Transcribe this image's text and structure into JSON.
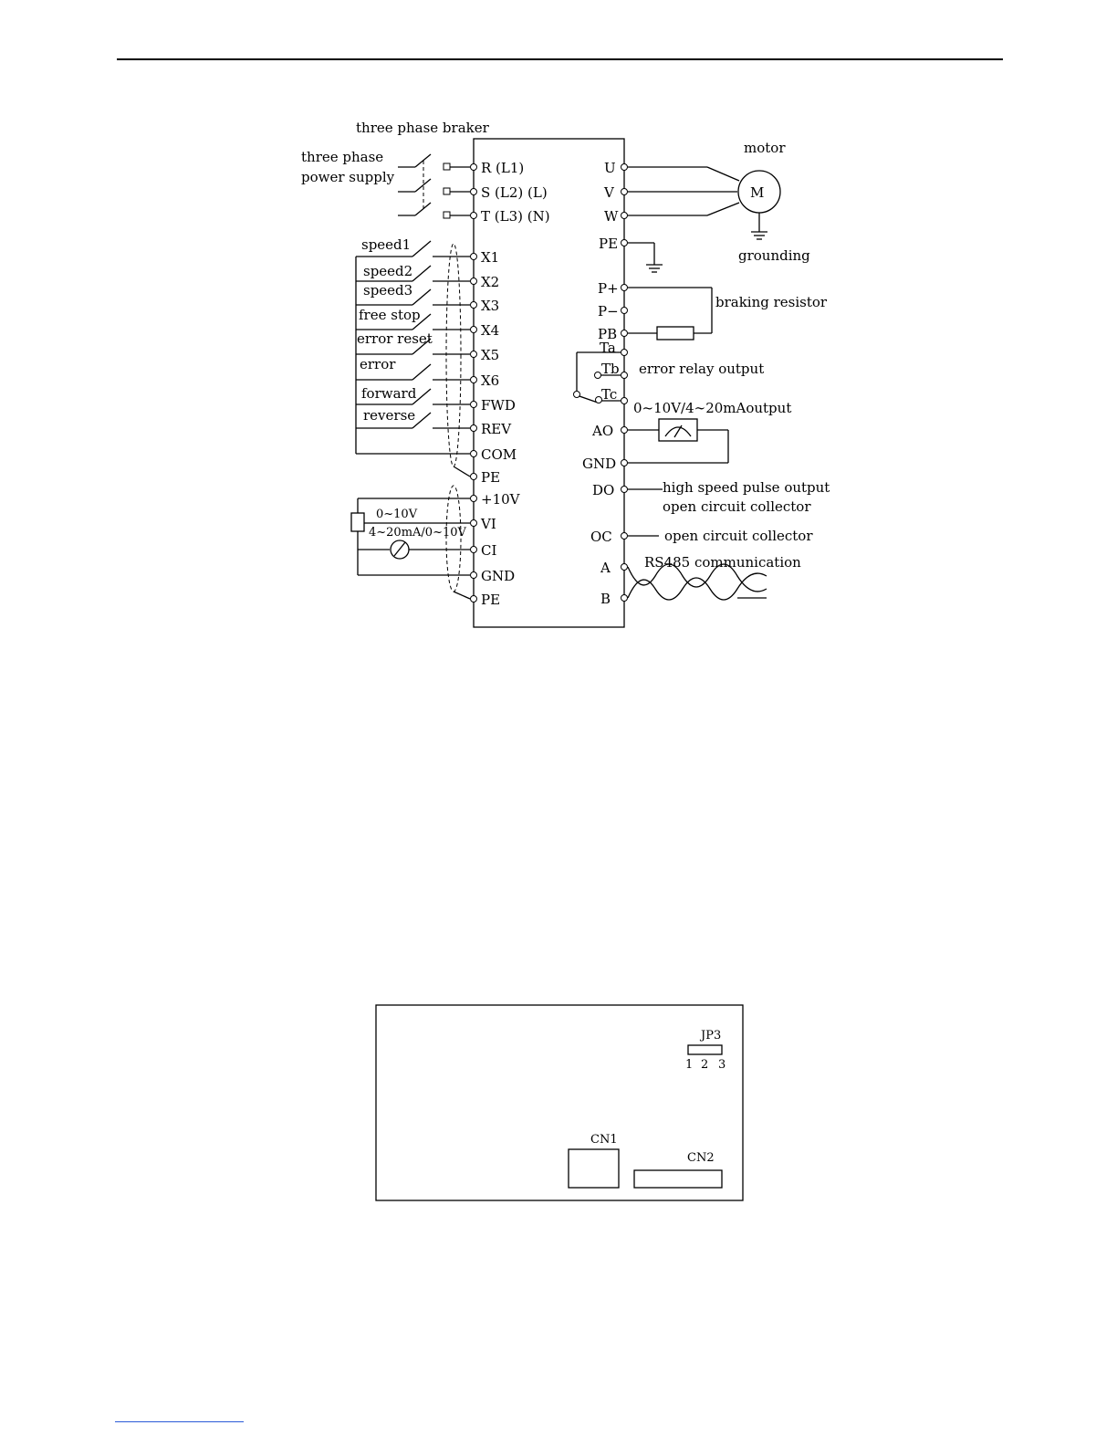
{
  "wiring_diagram": {
    "labels": {
      "breaker": "three phase braker",
      "power_supply_line1": "three phase",
      "power_supply_line2": "power supply",
      "motor": "motor",
      "motor_symbol": "M",
      "grounding": "grounding",
      "braking_resistor": "braking resistor",
      "error_relay": "error relay output",
      "analog_output": "0~10V/4∼20mAoutput",
      "do_line1": "high speed pulse output",
      "do_line2": "open circuit collector",
      "oc": "open circuit collector",
      "rs485": "RS485 communication",
      "vi_range": "0~10V",
      "ci_range": "4~20mA/0~10V"
    },
    "left_terminals": [
      "R (L1)",
      "S (L2) (L)",
      "T (L3) (N)",
      "X1",
      "X2",
      "X3",
      "X4",
      "X5",
      "X6",
      "FWD",
      "REV",
      "COM",
      "PE",
      "+10V",
      "VI",
      "CI",
      "GND",
      "PE"
    ],
    "right_terminals": [
      "U",
      "V",
      "W",
      "PE",
      "P+",
      "P−",
      "PB",
      "Ta",
      "Tb",
      "Tc",
      "AO",
      "GND",
      "DO",
      "OC",
      "A",
      "B"
    ],
    "switch_labels": [
      "speed1",
      "speed2",
      "speed3",
      "free stop",
      "error reset",
      "error",
      "forward",
      "reverse"
    ]
  },
  "board_diagram": {
    "jp3": "JP3",
    "jp3_pins": [
      "1",
      "2",
      "3"
    ],
    "cn1": "CN1",
    "cn2": "CN2"
  }
}
